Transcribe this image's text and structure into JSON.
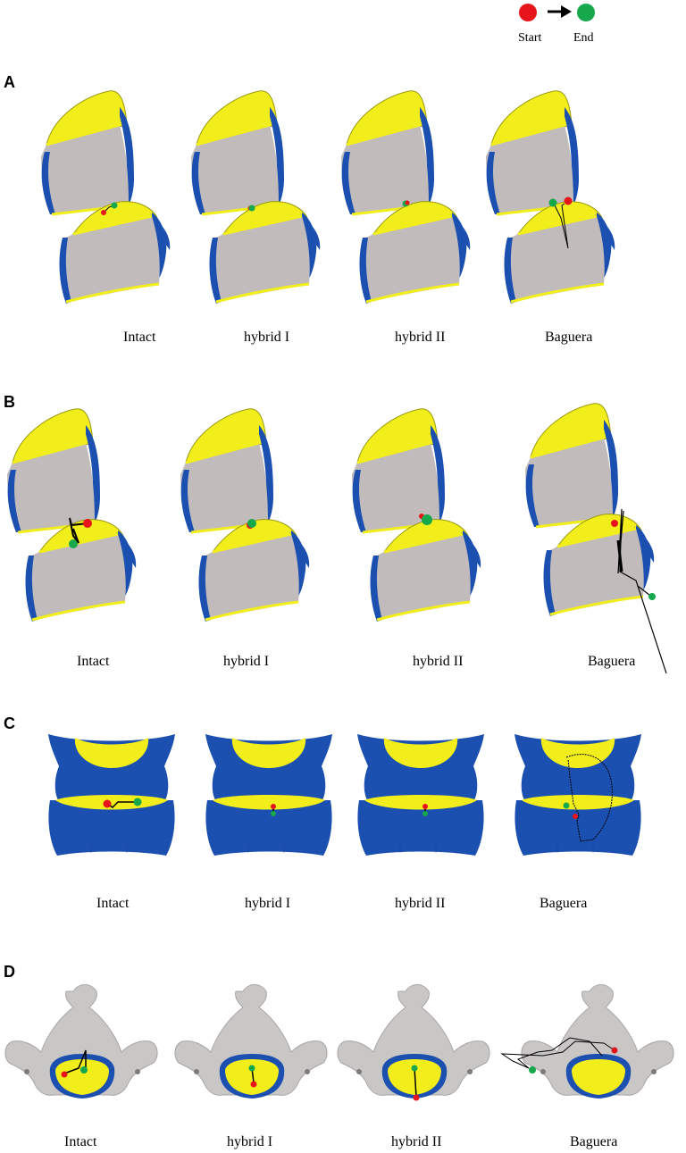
{
  "legend": {
    "start_label": "Start",
    "end_label": "End",
    "start_color": "#e8141b",
    "end_color": "#16a84a",
    "arrow_color": "#000000"
  },
  "colors": {
    "body_gray": "#c1bcbb",
    "endplate_yellow": "#f1ee1c",
    "cortex_blue": "#1b4fb0",
    "path_black": "#000000"
  },
  "panels": [
    {
      "letter": "A",
      "view": "lateral",
      "labels": [
        "Intact",
        "hybrid I",
        "hybrid II",
        "Baguera"
      ]
    },
    {
      "letter": "B",
      "view": "lateral",
      "labels": [
        "Intact",
        "hybrid I",
        "hybrid II",
        "Baguera"
      ]
    },
    {
      "letter": "C",
      "view": "frontal",
      "labels": [
        "Intact",
        "hybrid I",
        "hybrid II",
        "Baguera"
      ]
    },
    {
      "letter": "D",
      "view": "axial",
      "labels": [
        "Intact",
        "hybrid I",
        "hybrid II",
        "Baguera"
      ]
    }
  ]
}
